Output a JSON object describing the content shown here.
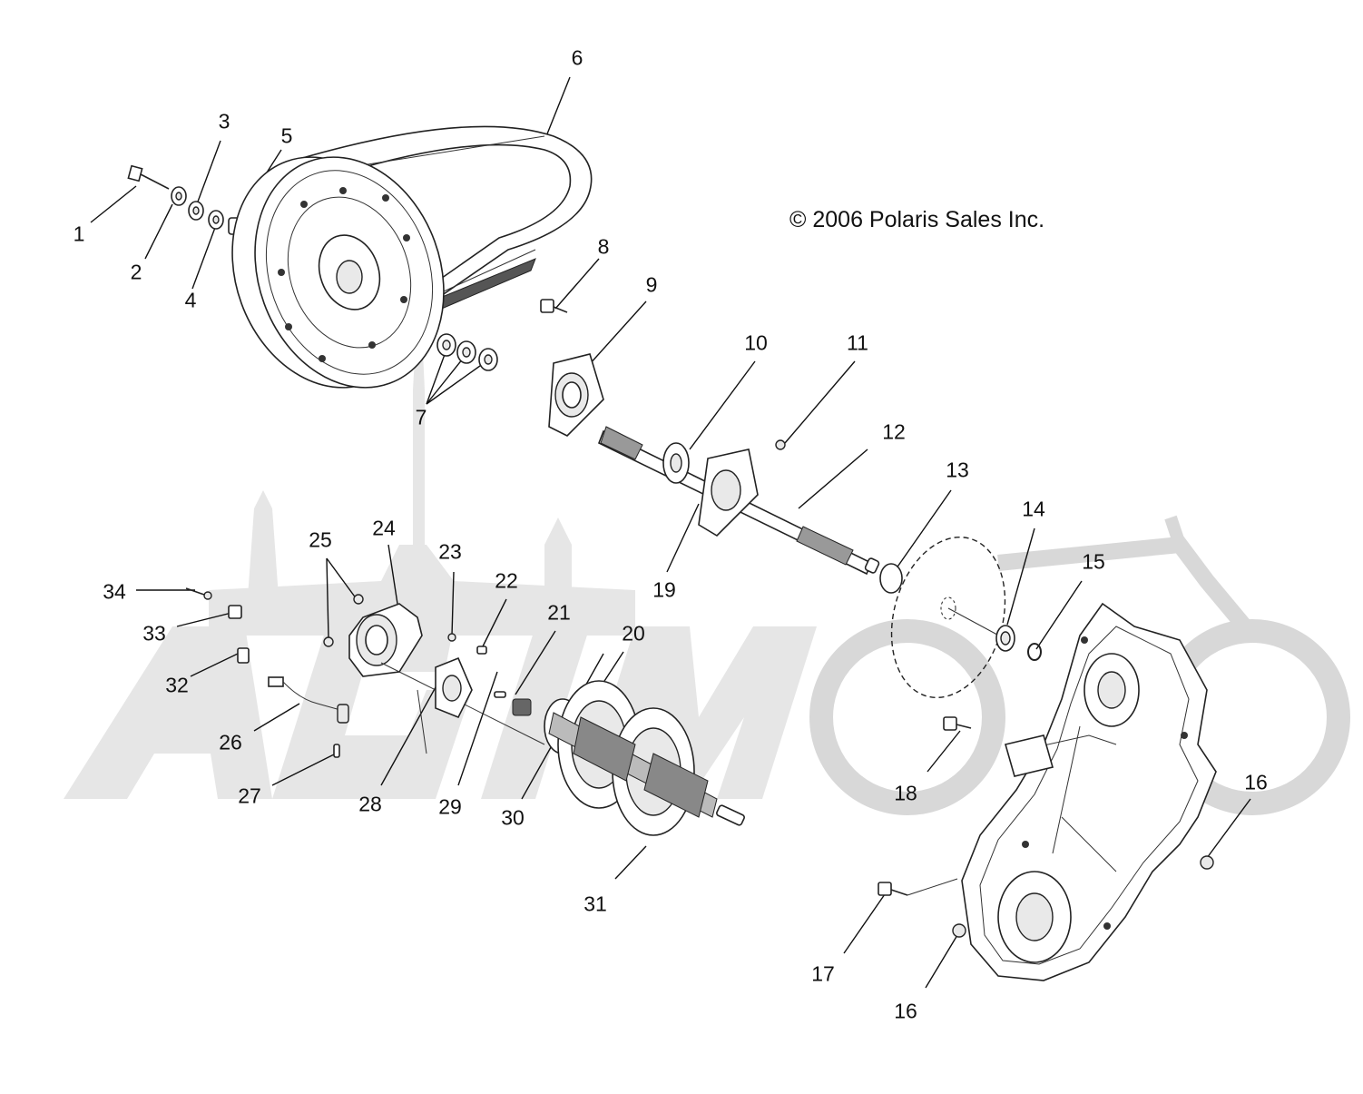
{
  "copyright": "© 2006 Polaris Sales Inc.",
  "callouts": [
    "1",
    "2",
    "3",
    "4",
    "5",
    "6",
    "7",
    "8",
    "9",
    "10",
    "11",
    "12",
    "13",
    "14",
    "15",
    "16",
    "16",
    "17",
    "18",
    "19",
    "20",
    "21",
    "22",
    "23",
    "24",
    "25",
    "26",
    "27",
    "28",
    "29",
    "30",
    "31",
    "32",
    "33",
    "34"
  ]
}
